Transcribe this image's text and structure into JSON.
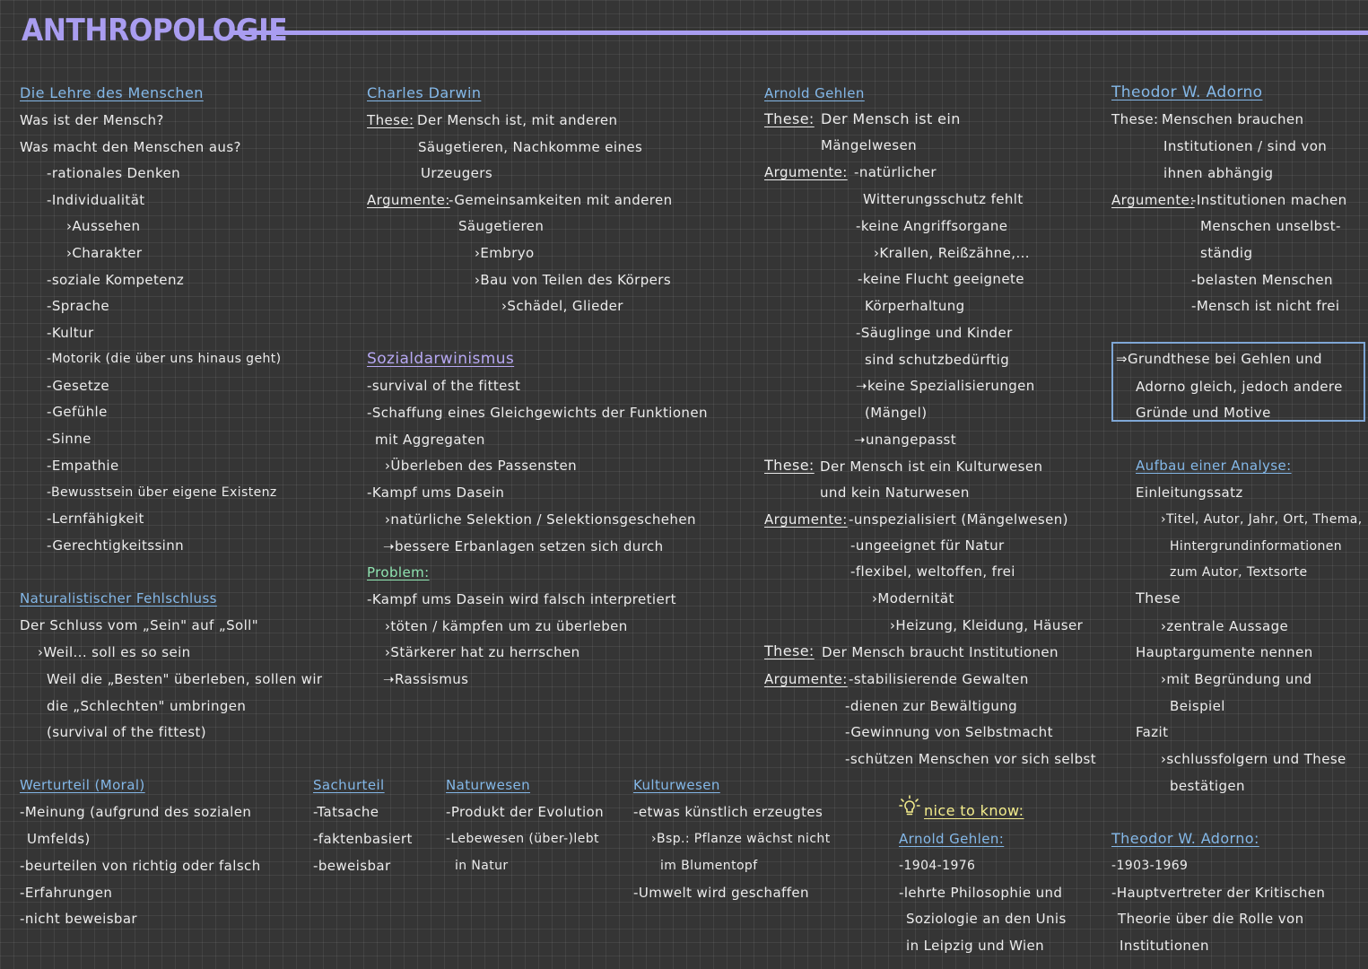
{
  "title": "ANTHROPOLOGIE",
  "colors": {
    "title": "#a99df0",
    "heading_blue": "#84b8e8",
    "heading_purple": "#b7a8f3",
    "heading_green": "#8fe3b0",
    "heading_yellow": "#f3ec8c",
    "text": "#ececec",
    "background": "#353535",
    "box_border": "#7fa7d6"
  },
  "icons": {
    "nice_to_know": "lightbulb-icon"
  },
  "lehre": {
    "heading": "Die Lehre des Menschen",
    "lines": [
      "Was ist der Mensch?",
      "Was macht den Menschen aus?",
      "-rationales Denken",
      "-Individualität",
      "›Aussehen",
      "›Charakter",
      "-soziale Kompetenz",
      "-Sprache",
      "-Kultur",
      "-Motorik (die über uns hinaus geht)",
      "-Gesetze",
      "-Gefühle",
      "-Sinne",
      "-Empathie",
      "-Bewusstsein über eigene Existenz",
      "-Lernfähigkeit",
      "-Gerechtigkeitssinn"
    ]
  },
  "naturalistisch": {
    "heading": "Naturalistischer Fehlschluss",
    "lines": [
      "Der Schluss vom „Sein\" auf „Soll\"",
      "›Weil... soll es so sein",
      "Weil die „Besten\" überleben, sollen wir",
      "die „Schlechten\" umbringen",
      "(survival of the fittest)"
    ]
  },
  "darwin": {
    "heading": "Charles Darwin",
    "these_label": "These:",
    "these_lines": [
      "Der Mensch ist, mit anderen",
      "Säugetieren, Nachkomme eines",
      "Urzeugers"
    ],
    "arg_label": "Argumente:",
    "arg_lines": [
      "-Gemeinsamkeiten mit anderen",
      "Säugetieren",
      "›Embryo",
      "›Bau von Teilen des Körpers",
      "›Schädel, Glieder"
    ]
  },
  "sozialdarwinismus": {
    "heading": "Sozialdarwinismus",
    "lines": [
      "-survival of the fittest",
      "-Schaffung eines Gleichgewichts der Funktionen",
      "mit Aggregaten",
      "›Überleben des Passensten",
      "-Kampf ums Dasein",
      "›natürliche Selektion / Selektionsgeschehen",
      "➝bessere Erbanlagen setzen sich durch"
    ]
  },
  "problem": {
    "heading": "Problem:",
    "lines": [
      "-Kampf ums Dasein wird falsch interpretiert",
      "›töten / kämpfen um zu überleben",
      "›Stärkerer hat zu herrschen",
      "➝Rassismus"
    ]
  },
  "gehlen": {
    "heading": "Arnold Gehlen",
    "these1_label": "These:",
    "these1_lines": [
      "Der Mensch ist ein",
      "Mängelwesen"
    ],
    "arg1_label": "Argumente:",
    "arg1_lines": [
      "-natürlicher",
      "Witterungsschutz fehlt",
      "-keine Angriffsorgane",
      "›Krallen, Reißzähne,...",
      "-keine Flucht geeignete",
      "Körperhaltung",
      "-Säuglinge und Kinder",
      "sind schutzbedürftig",
      "➝keine Spezialisierungen",
      "(Mängel)",
      "➝unangepasst"
    ],
    "these2_label": "These:",
    "these2_lines": [
      "Der Mensch ist ein Kulturwesen",
      "und kein Naturwesen"
    ],
    "arg2_label": "Argumente:",
    "arg2_lines": [
      "-unspezialisiert (Mängelwesen)",
      "-ungeeignet für Natur",
      "-flexibel, weltoffen, frei",
      "›Modernität",
      "›Heizung, Kleidung, Häuser"
    ],
    "these3_label": "These:",
    "these3_lines": [
      "Der Mensch braucht Institutionen"
    ],
    "arg3_label": "Argumente:",
    "arg3_lines": [
      "-stabilisierende Gewalten",
      "-dienen zur Bewältigung",
      "-Gewinnung von Selbstmacht",
      "-schützen Menschen vor sich selbst"
    ]
  },
  "adorno": {
    "heading": "Theodor W. Adorno",
    "these_label": "These:",
    "these_lines": [
      "Menschen brauchen",
      "Institutionen / sind von",
      "ihnen abhängig"
    ],
    "arg_label": "Argumente:",
    "arg_lines": [
      "-Institutionen machen",
      "Menschen unselbst-",
      "ständig",
      "-belasten Menschen",
      "-Mensch ist nicht frei"
    ]
  },
  "grundthese": {
    "lines": [
      "⇒Grundthese bei Gehlen und",
      "Adorno gleich, jedoch andere",
      "Gründe und Motive"
    ]
  },
  "analyse": {
    "heading": "Aufbau einer Analyse:",
    "lines": [
      "Einleitungssatz",
      "›Titel, Autor, Jahr, Ort, Thema,",
      "Hintergrundinformationen",
      "zum Autor, Textsorte",
      "These",
      "›zentrale Aussage",
      "Hauptargumente nennen",
      "›mit Begründung und",
      "Beispiel",
      "Fazit",
      "›schlussfolgern und These",
      "bestätigen"
    ]
  },
  "werturteil": {
    "heading": "Werturteil (Moral)",
    "lines": [
      "-Meinung (aufgrund des sozialen",
      "Umfelds)",
      "-beurteilen von richtig oder falsch",
      "-Erfahrungen",
      "-nicht beweisbar"
    ]
  },
  "sachurteil": {
    "heading": "Sachurteil",
    "lines": [
      "-Tatsache",
      "-faktenbasiert",
      "-beweisbar"
    ]
  },
  "naturwesen": {
    "heading": "Naturwesen",
    "lines": [
      "-Produkt der Evolution",
      "-Lebewesen (über-)lebt",
      "in Natur"
    ]
  },
  "kulturwesen": {
    "heading": "Kulturwesen",
    "lines": [
      "-etwas künstlich erzeugtes",
      "›Bsp.: Pflanze wächst nicht",
      "im Blumentopf",
      "-Umwelt wird geschaffen"
    ]
  },
  "nice": {
    "heading": "nice to know:",
    "gehlen_heading": "Arnold Gehlen:",
    "gehlen_lines": [
      "-1904-1976",
      "-lehrte Philosophie und",
      "Soziologie an den Unis",
      "in Leipzig und Wien"
    ],
    "adorno_heading": "Theodor W. Adorno:",
    "adorno_lines": [
      "-1903-1969",
      "-Hauptvertreter der Kritischen",
      "Theorie über die Rolle von",
      "Institutionen"
    ]
  }
}
